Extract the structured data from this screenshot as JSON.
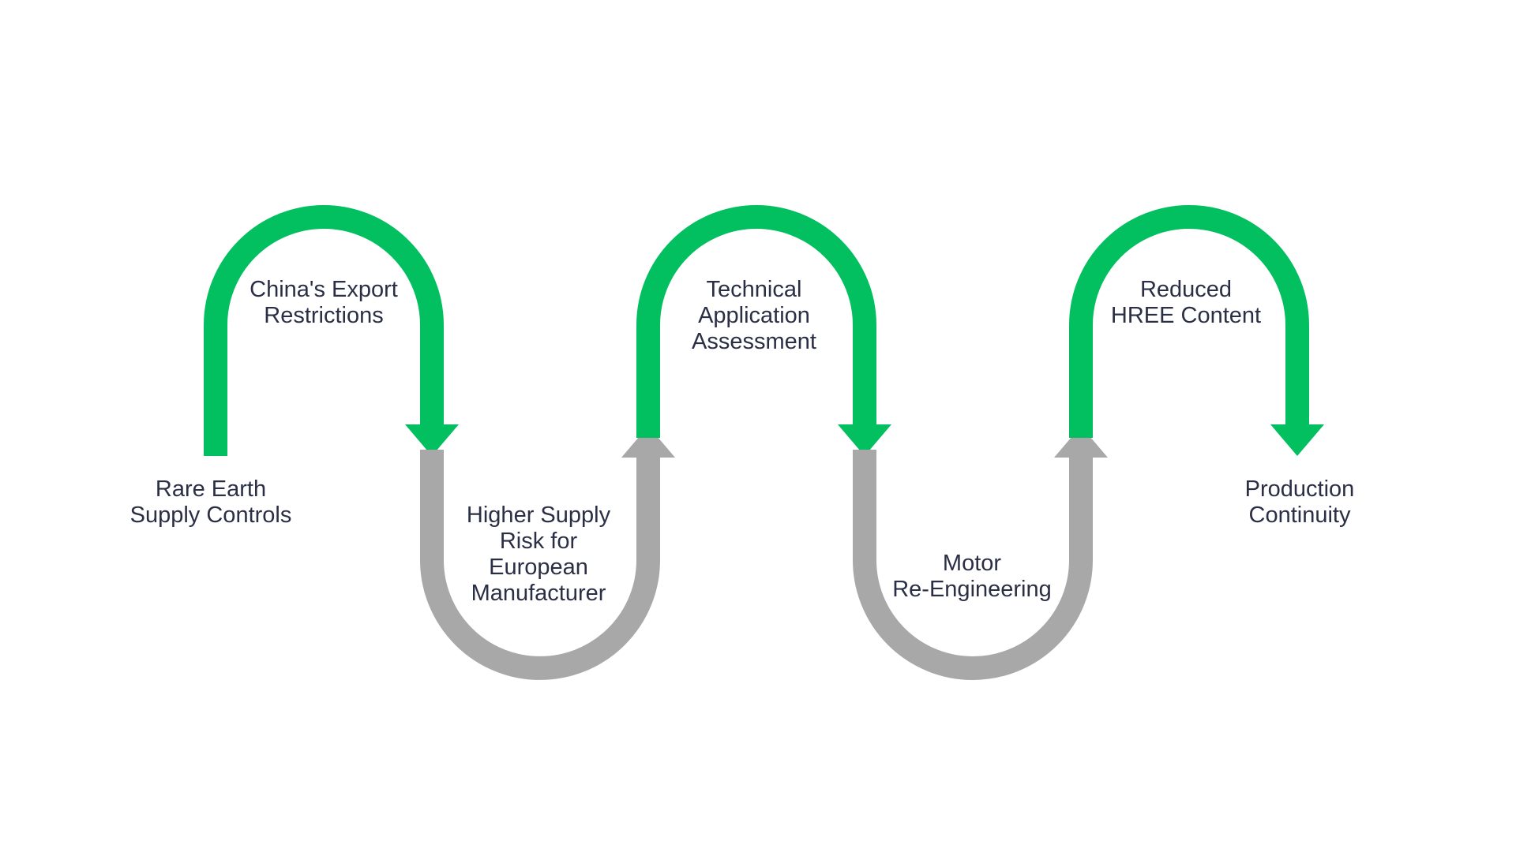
{
  "colors": {
    "green": "#02bf5f",
    "gray": "#a8a8a8",
    "text": "#2a2f45",
    "background": "#ffffff"
  },
  "steps": [
    {
      "label": "Rare Earth\nSupply Controls",
      "color": "green"
    },
    {
      "label": "China's Export\nRestrictions",
      "color": "green"
    },
    {
      "label": "Higher Supply\nRisk for\nEuropean\nManufacturer",
      "color": "gray"
    },
    {
      "label": "Technical\nApplication\nAssessment",
      "color": "green"
    },
    {
      "label": "Motor\nRe-Engineering",
      "color": "gray"
    },
    {
      "label": "Reduced\nHREE Content",
      "color": "green"
    },
    {
      "label": "Production\nContinuity",
      "color": "green"
    }
  ]
}
